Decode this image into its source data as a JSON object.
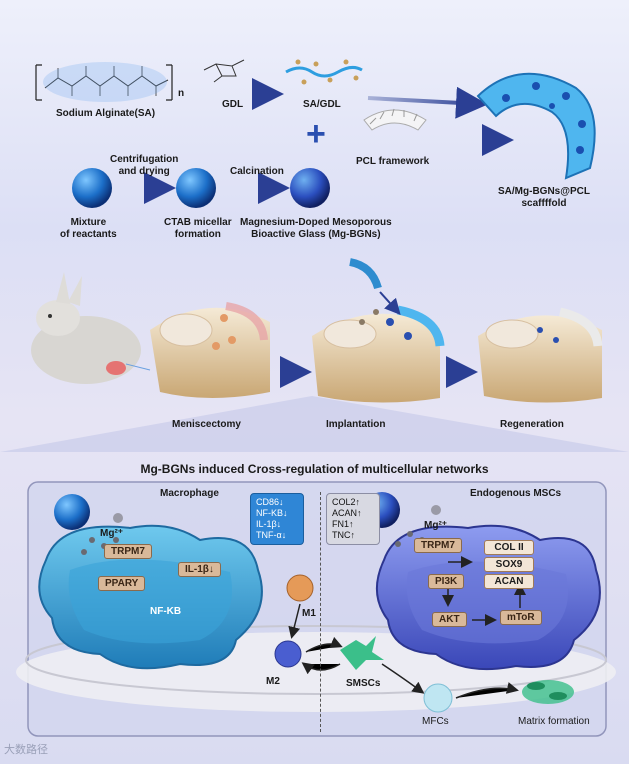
{
  "top": {
    "sodium_alginate": "Sodium Alginate(SA)",
    "subscript_n": "n",
    "gdl": "GDL",
    "sa_gdl": "SA/GDL",
    "pcl_framework": "PCL framework",
    "scaffold": "SA/Mg-BGNs@PCL\nscaffffold",
    "mixture": "Mixture\nof reactants",
    "centrifugation": "Centrifugation\nand drying",
    "ctab": "CTAB micellar\nformation",
    "calcination": "Calcination",
    "mgbgn": "Magnesium-Doped Mesoporous\nBioactive Glass (Mg-BGNs)"
  },
  "middle": {
    "meniscectomy": "Meniscectomy",
    "implantation": "Implantation",
    "regeneration": "Regeneration"
  },
  "network": {
    "title": "Mg-BGNs induced Cross-regulation of multicellular networks",
    "macrophage": "Macrophage",
    "msc": "Endogenous MSCs",
    "mg_left": "Mg²⁺",
    "mg_right": "Mg²⁺",
    "trpm7_left": "TRPM7",
    "ppary": "PPARY",
    "il1b": "IL-1β↓",
    "nfkb": "NF-KB",
    "m1_markers": [
      "CD86↓",
      "NF-KB↓",
      "IL-1β↓",
      "TNF-α↓"
    ],
    "m2_markers": [
      "COL2↑",
      "ACAN↑",
      "FN1↑",
      "TNC↑"
    ],
    "trpm7_right": "TRPM7",
    "pi3k": "PI3K",
    "akt": "AKT",
    "mtor": "mToR",
    "genes": [
      "COL II",
      "SOX9",
      "ACAN"
    ],
    "m1": "M1",
    "m2": "M2",
    "smscs": "SMSCs",
    "mfcs": "MFCs",
    "matrix": "Matrix formation"
  },
  "watermark": "大数路径",
  "colors": {
    "accent_blue": "#2a4fb0",
    "sphere_blue": "#1f6fc4",
    "tag_beige": "#d9b99a",
    "background": "#dcdff5"
  }
}
